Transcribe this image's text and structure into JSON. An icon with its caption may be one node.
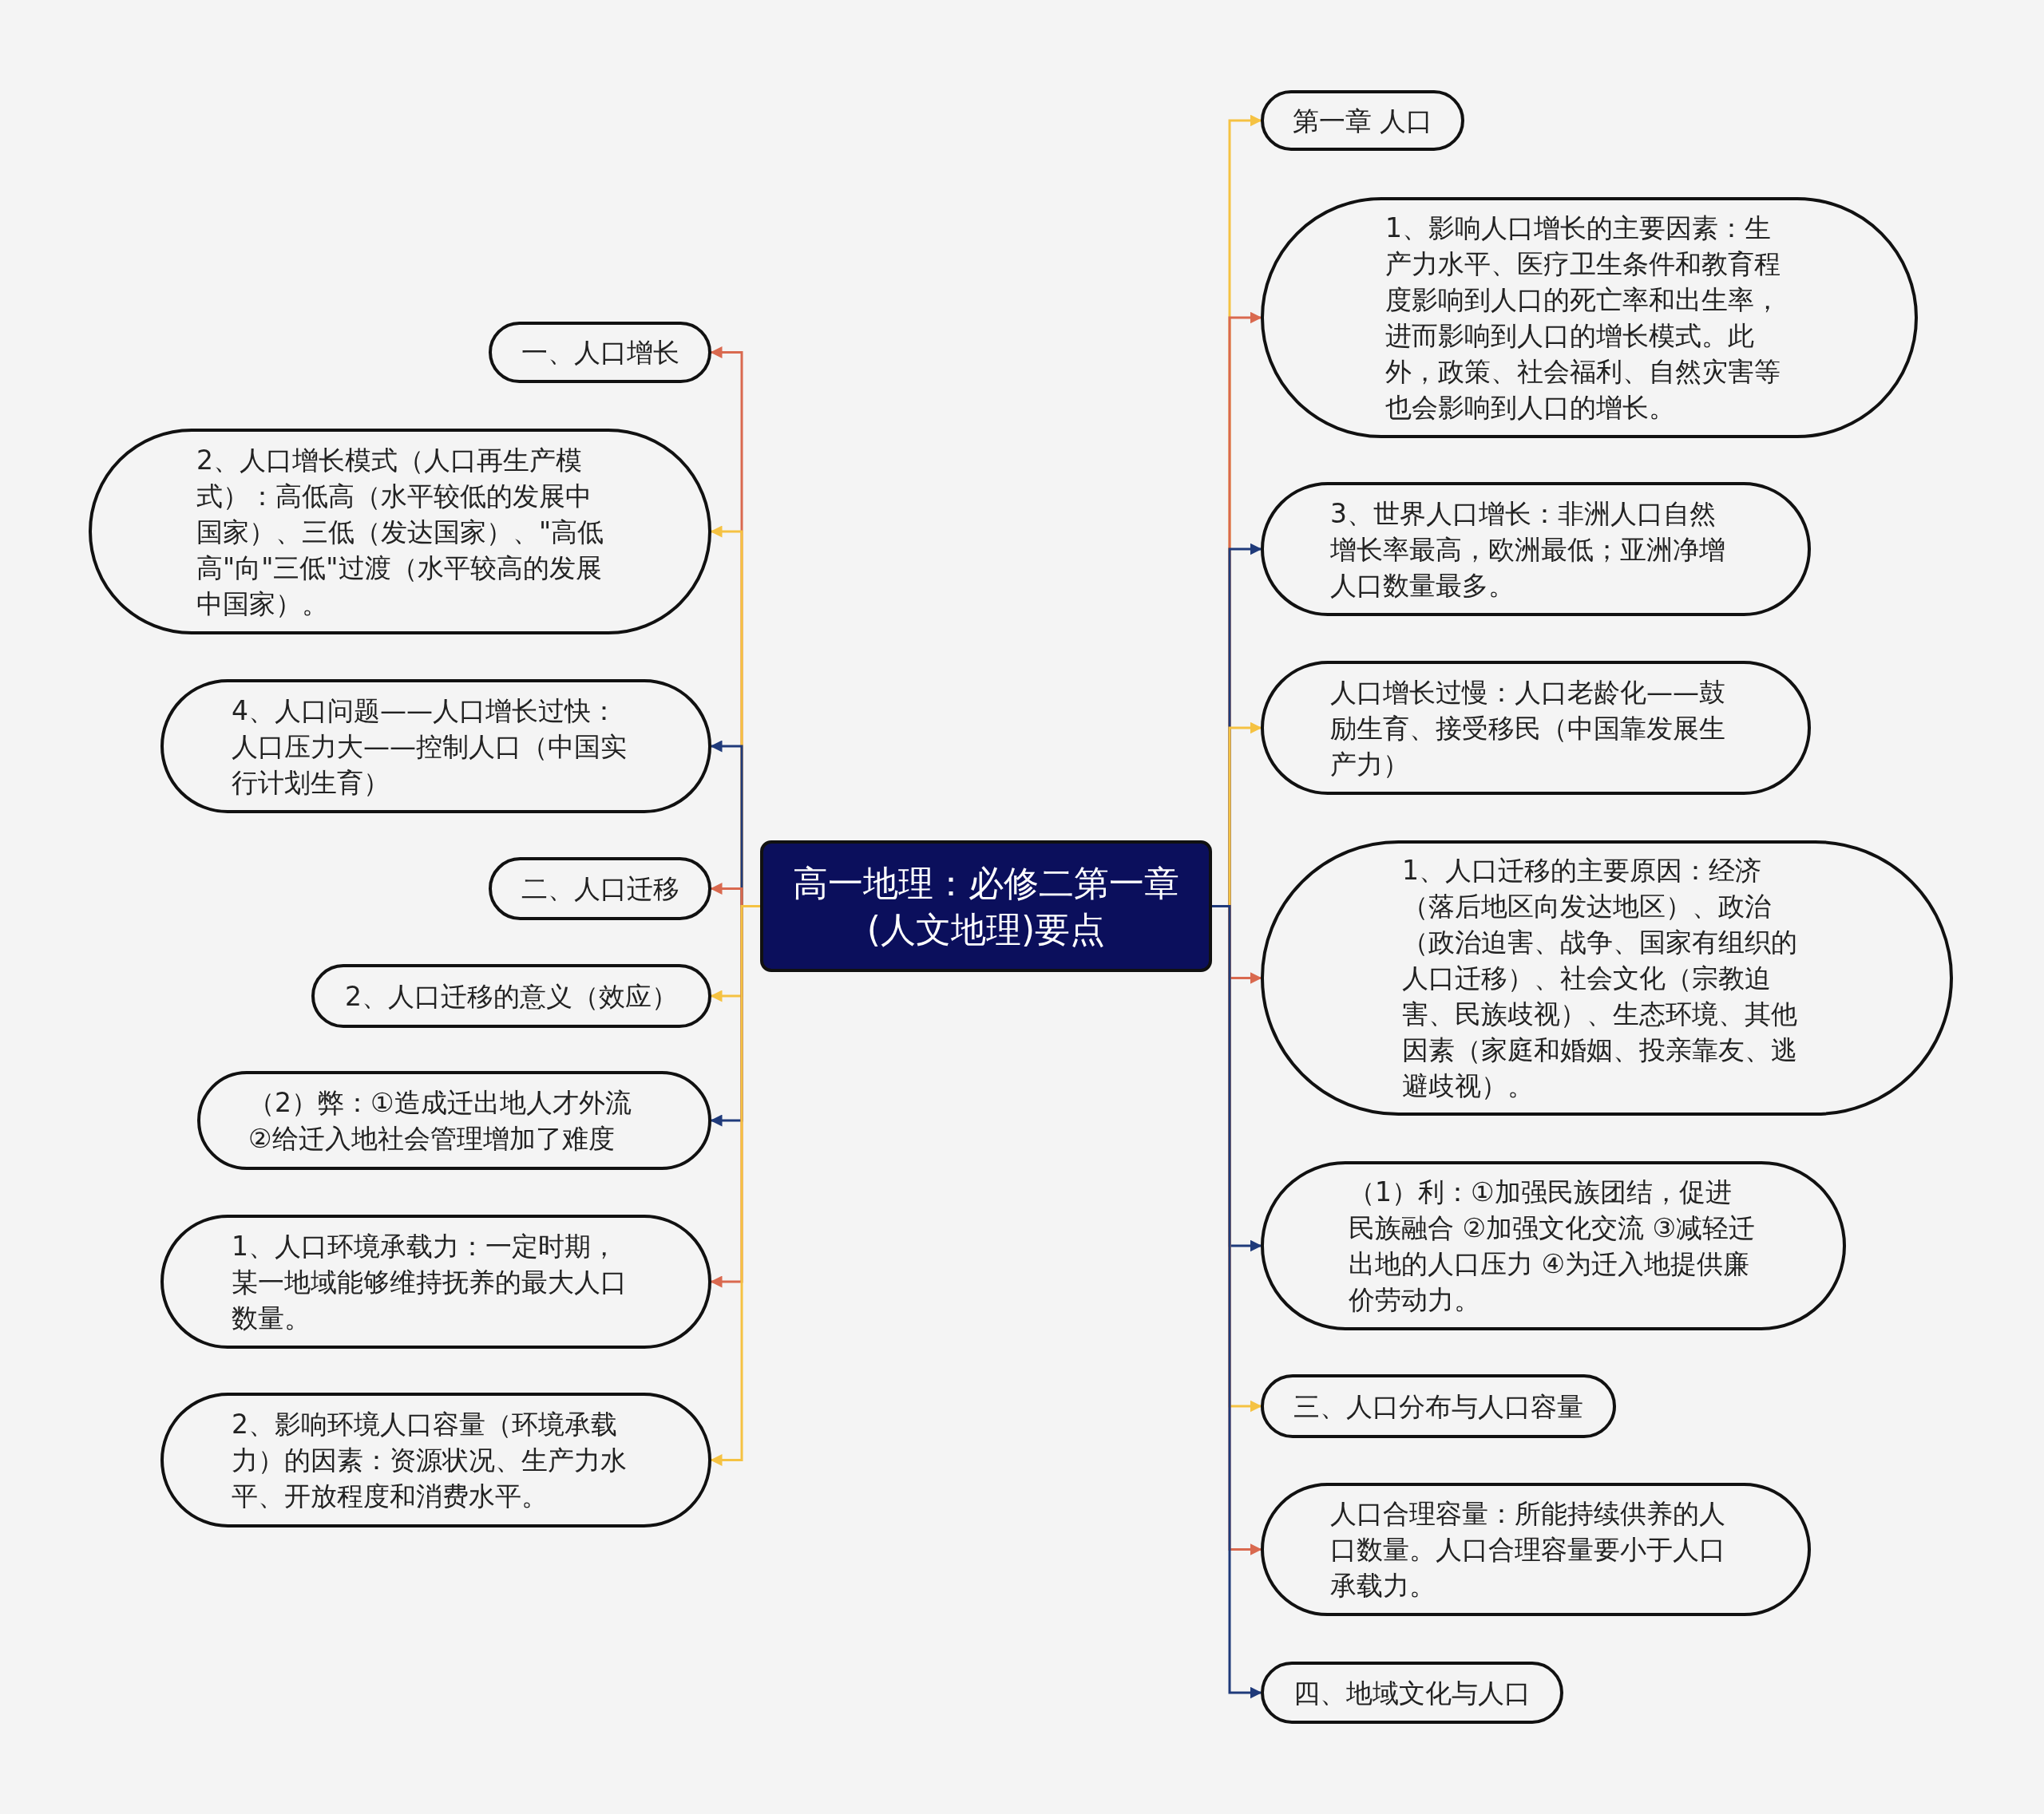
{
  "diagram": {
    "nodes": [
      {
        "text": [
          "高一地理：必修二第一章(人文地理)要点"
        ]
      },
      {
        "text": [
          "一、人口增长"
        ]
      },
      {
        "text": [
          "2、人口增长模式（人口再生产模式）：高低高（水平较低的发展中国家）、三低（发达国家）、\"高低高\"向\"三低\"过渡（水平较高的发展中国家）。"
        ]
      },
      {
        "text": [
          "4、人口问题——人口增长过快：人口压力大——控制人口（中国实行计划生育）"
        ]
      },
      {
        "text": [
          "二、人口迁移"
        ]
      },
      {
        "text": [
          "2、人口迁移的意义（效应）"
        ]
      },
      {
        "text": [
          "（2）弊：①造成迁出地人才外流 ②给迁入地社会管理增加了难度"
        ]
      },
      {
        "text": [
          "1、人口环境承载力：一定时期，某一地域能够维持抚养的最大人口数量。"
        ]
      },
      {
        "text": [
          "2、影响环境人口容量（环境承载力）的因素：资源状况、生产力水平、开放程度和消费水平。"
        ]
      },
      {
        "text": [
          "第一章 人口"
        ]
      },
      {
        "text": [
          "1、影响人口增长的主要因素：生产力水平、医疗卫生条件和教育程度影响到人口的死亡率和出生率，进而影响到人口的增长模式。此外，政策、社会福利、自然灾害等也会影响到人口的增长。"
        ]
      },
      {
        "text": [
          "3、世界人口增长：非洲人口自然增长率最高，欧洲最低；亚洲净增人口数量最多。"
        ]
      },
      {
        "text": [
          "人口增长过慢：人口老龄化——鼓励生育、接受移民（中国靠发展生产力）"
        ]
      },
      {
        "text": [
          "1、人口迁移的主要原因：经济（落后地区向发达地区）、政治（政治迫害、战争、国家有组织的人口迁移）、社会文化（宗教迫害、民族歧视）、生态环境、其他因素（家庭和婚姻、投亲靠友、逃避歧视）。"
        ]
      },
      {
        "text": [
          "（1）利：①加强民族团结，促进民族融合 ②加强文化交流 ③减轻迁出地的人口压力 ④为迁入地提供廉价劳动力。"
        ]
      },
      {
        "text": [
          "三、人口分布与人口容量"
        ]
      },
      {
        "text": [
          "人口合理容量：所能持续供养的人口数量。人口合理容量要小于人口承载力。"
        ]
      },
      {
        "text": [
          "四、地域文化与人口"
        ]
      }
    ],
    "edges": [
      {
        "from": 0,
        "to": 1,
        "arrow": "to",
        "color": "#d9694f"
      },
      {
        "from": 0,
        "to": 2,
        "arrow": "to",
        "color": "#f5c242"
      },
      {
        "from": 0,
        "to": 3,
        "arrow": "to",
        "color": "#1f3a7a"
      },
      {
        "from": 0,
        "to": 4,
        "arrow": "to",
        "color": "#d9694f"
      },
      {
        "from": 0,
        "to": 5,
        "arrow": "to",
        "color": "#f5c242"
      },
      {
        "from": 0,
        "to": 6,
        "arrow": "to",
        "color": "#1f3a7a"
      },
      {
        "from": 0,
        "to": 7,
        "arrow": "to",
        "color": "#d9694f"
      },
      {
        "from": 0,
        "to": 8,
        "arrow": "to",
        "color": "#f5c242"
      },
      {
        "from": 0,
        "to": 9,
        "arrow": "to",
        "color": "#f5c242"
      },
      {
        "from": 0,
        "to": 10,
        "arrow": "to",
        "color": "#d9694f"
      },
      {
        "from": 0,
        "to": 11,
        "arrow": "to",
        "color": "#1f3a7a"
      },
      {
        "from": 0,
        "to": 12,
        "arrow": "to",
        "color": "#f5c242"
      },
      {
        "from": 0,
        "to": 13,
        "arrow": "to",
        "color": "#d9694f"
      },
      {
        "from": 0,
        "to": 14,
        "arrow": "to",
        "color": "#1f3a7a"
      },
      {
        "from": 0,
        "to": 15,
        "arrow": "to",
        "color": "#f5c242"
      },
      {
        "from": 0,
        "to": 16,
        "arrow": "to",
        "color": "#d9694f"
      },
      {
        "from": 0,
        "to": 17,
        "arrow": "to",
        "color": "#1f3a7a"
      }
    ]
  }
}
